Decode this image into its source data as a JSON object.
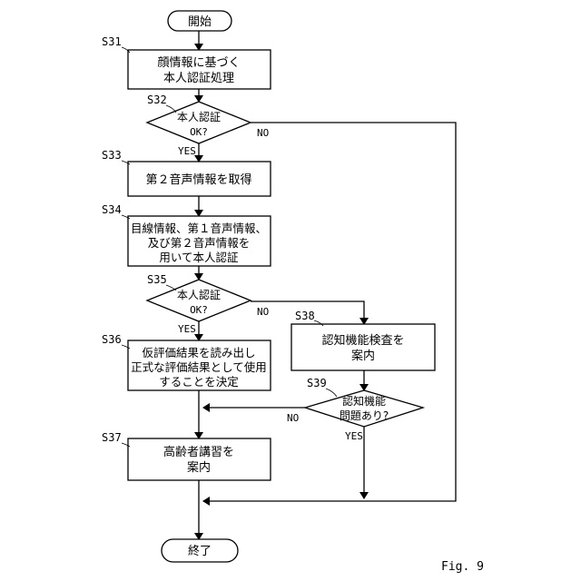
{
  "figure_label": "Fig. 9",
  "start": {
    "label": "開始"
  },
  "end": {
    "label": "終了"
  },
  "steps": {
    "s31": {
      "id": "S31",
      "lines": [
        "顔情報に基づく",
        "本人認証処理"
      ]
    },
    "s32": {
      "id": "S32",
      "lines": [
        "本人認証",
        "OK?"
      ]
    },
    "s33": {
      "id": "S33",
      "lines": [
        "第２音声情報を取得"
      ]
    },
    "s34": {
      "id": "S34",
      "lines": [
        "目線情報、第１音声情報、",
        "及び第２音声情報を",
        "用いて本人認証"
      ]
    },
    "s35": {
      "id": "S35",
      "lines": [
        "本人認証",
        "OK?"
      ]
    },
    "s36": {
      "id": "S36",
      "lines": [
        "仮評価結果を読み出し",
        "正式な評価結果として使用",
        "することを決定"
      ]
    },
    "s37": {
      "id": "S37",
      "lines": [
        "高齢者講習を",
        "案内"
      ]
    },
    "s38": {
      "id": "S38",
      "lines": [
        "認知機能検査を",
        "案内"
      ]
    },
    "s39": {
      "id": "S39",
      "lines": [
        "認知機能",
        "問題あり?"
      ]
    }
  },
  "branch_labels": {
    "s32_yes": "YES",
    "s32_no": "NO",
    "s35_yes": "YES",
    "s35_no": "NO",
    "s39_yes": "YES",
    "s39_no": "NO"
  }
}
